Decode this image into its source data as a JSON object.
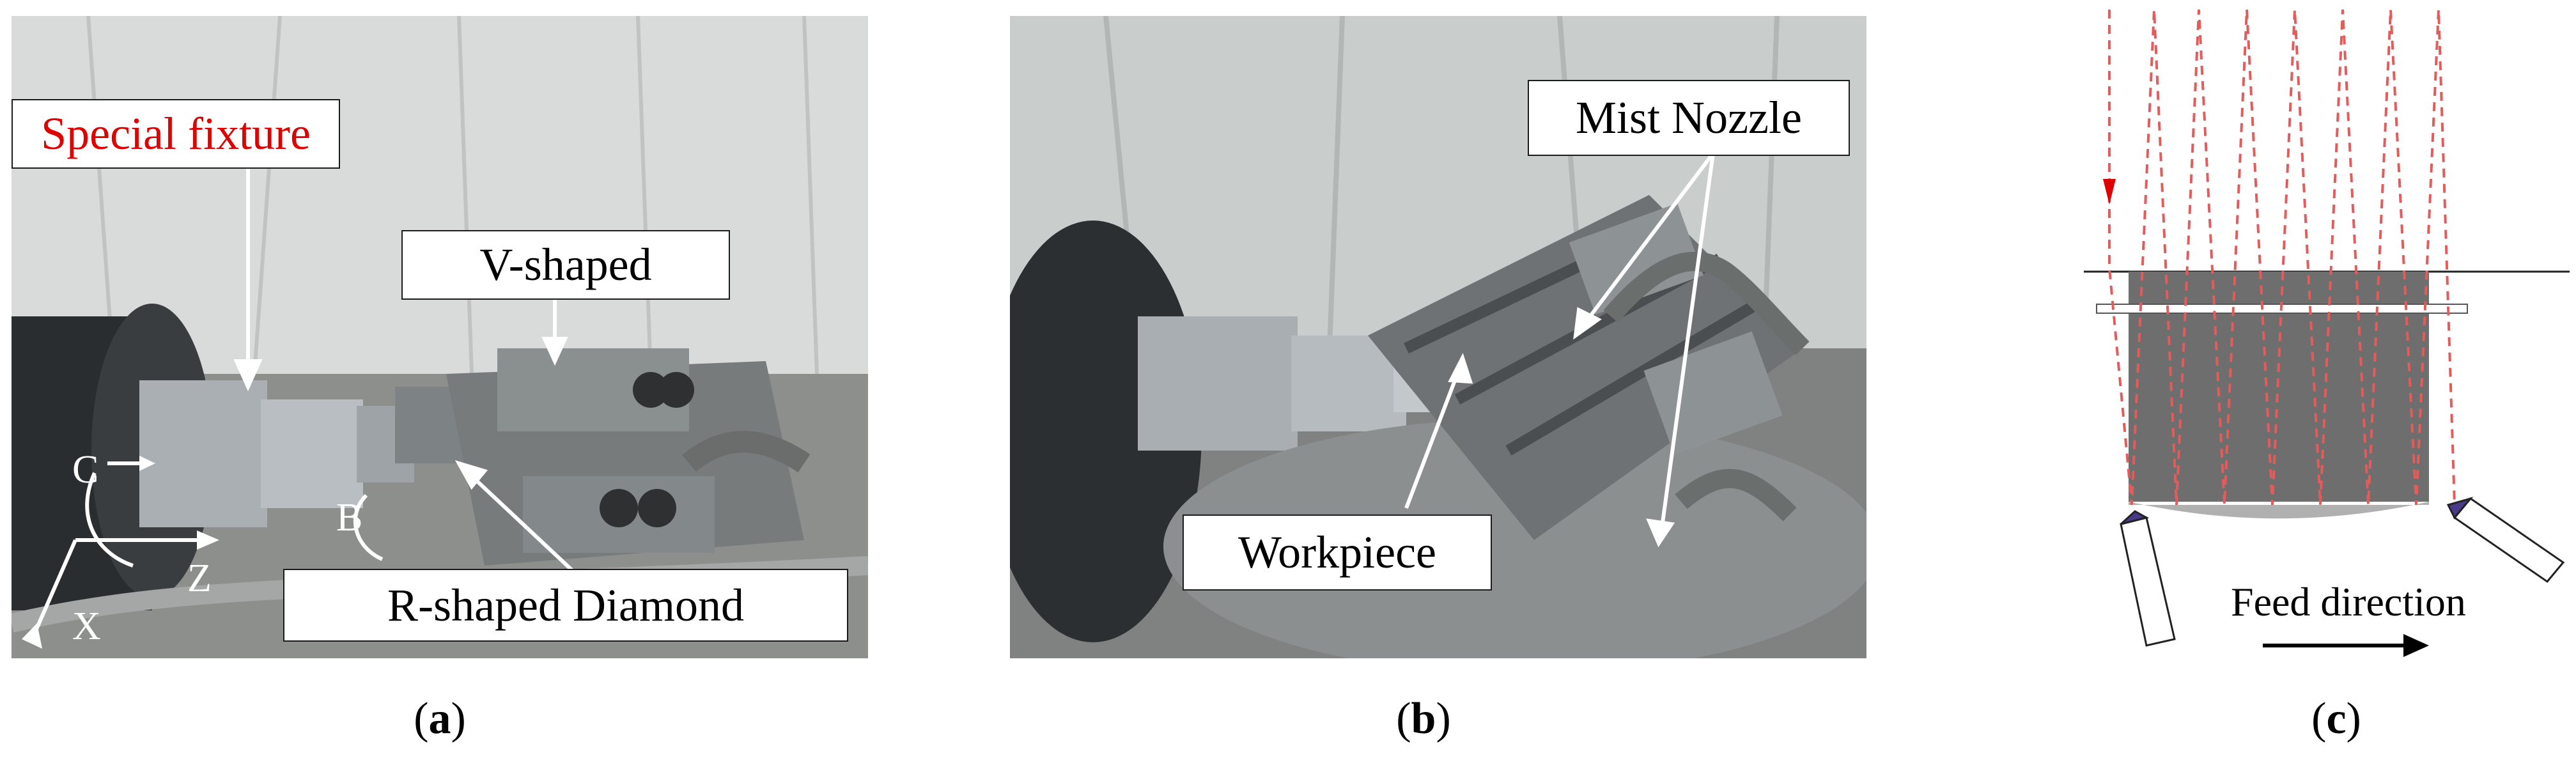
{
  "panel_a": {
    "labels": {
      "special_fixture": "Special fixture",
      "v_shaped": "V-shaped",
      "r_shaped_diamond": "R-shaped Diamond"
    },
    "axes": {
      "c": "C",
      "x": "X",
      "z": "Z",
      "b": "B"
    },
    "caption_letter": "a"
  },
  "panel_b": {
    "labels": {
      "mist_nozzle": "Mist Nozzle",
      "workpiece": "Workpiece"
    },
    "caption_letter": "b"
  },
  "panel_c": {
    "feed_label": "Feed direction",
    "caption_letter": "c"
  },
  "colors": {
    "special_fixture_text": "#e00000",
    "path_dashes": "#e35b5b",
    "workpiece_fill": "#6e6e6e"
  }
}
